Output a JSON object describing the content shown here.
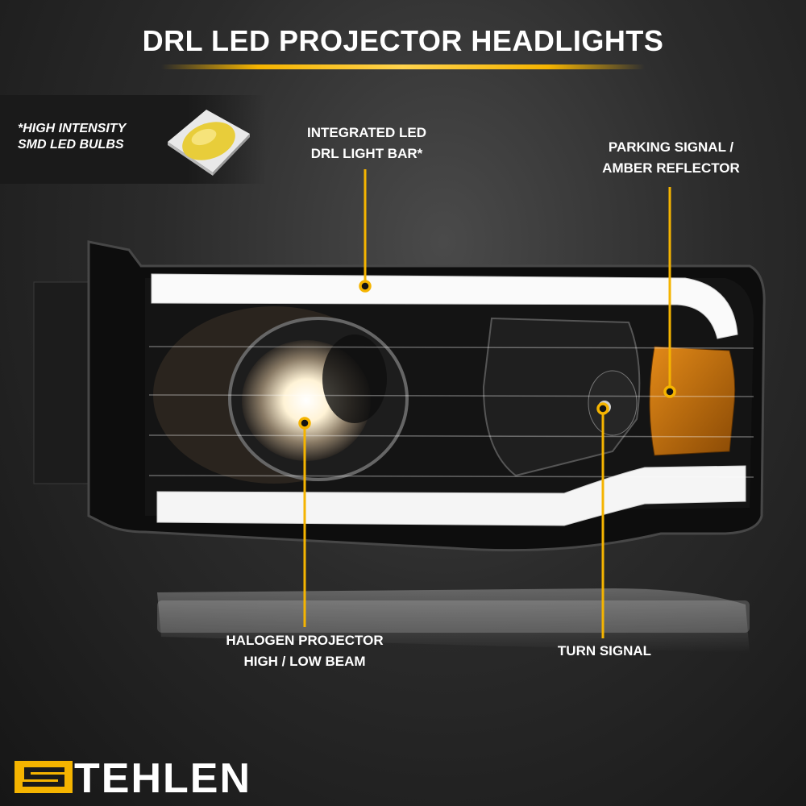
{
  "title": "DRL LED PROJECTOR HEADLIGHTS",
  "badge": {
    "line1": "*HIGH INTENSITY",
    "line2": "SMD LED BULBS"
  },
  "callouts": {
    "drl": {
      "line1": "INTEGRATED LED",
      "line2": "DRL LIGHT BAR*"
    },
    "parking": {
      "line1": "PARKING SIGNAL /",
      "line2": "AMBER REFLECTOR"
    },
    "projector": {
      "line1": "HALOGEN PROJECTOR",
      "line2": "HIGH / LOW BEAM"
    },
    "turn": {
      "line1": "TURN SIGNAL"
    }
  },
  "brand": {
    "name": "TEHLEN"
  },
  "colors": {
    "accent": "#f5b400",
    "amber": "#c8720c",
    "drl_white": "#ffffff"
  }
}
